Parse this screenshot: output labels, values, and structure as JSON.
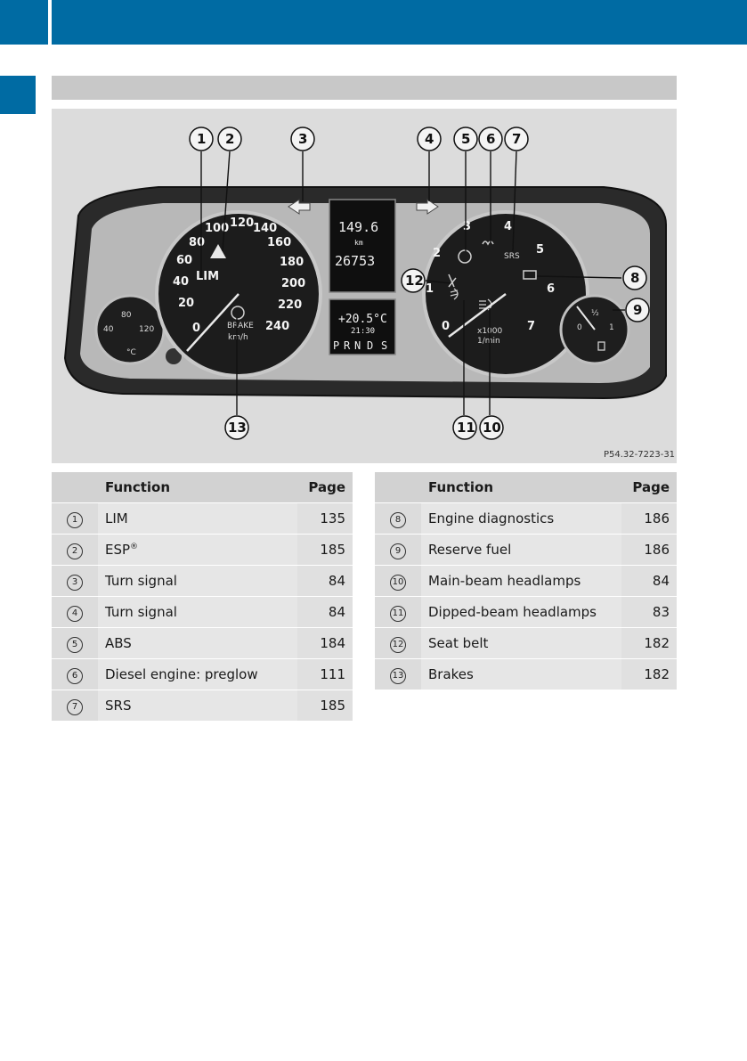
{
  "figure": {
    "code": "P54.32-7223-31",
    "callouts": [
      "1",
      "2",
      "3",
      "4",
      "5",
      "6",
      "7",
      "8",
      "9",
      "10",
      "11",
      "12",
      "13"
    ],
    "speedometer": {
      "marks": [
        "0",
        "20",
        "40",
        "60",
        "80",
        "100",
        "120",
        "140",
        "160",
        "180",
        "200",
        "220",
        "240"
      ],
      "unit": "km/h",
      "labels": {
        "lim": "LIM",
        "brake": "BRAKE"
      }
    },
    "tachometer": {
      "marks": [
        "0",
        "1",
        "2",
        "3",
        "4",
        "5",
        "6",
        "7"
      ],
      "unit_top": "x1000",
      "unit_bottom": "1/min",
      "labels": {
        "srs": "SRS"
      }
    },
    "display": {
      "trip": "149.6",
      "trip_unit": "km",
      "odometer": "26753",
      "temperature": "+20.5°C",
      "time": "21:30",
      "gear_p": "P",
      "gear_r": "R",
      "gear_n": "N",
      "gear_d": "D",
      "gear_s": "S"
    },
    "coolant_gauge": {
      "marks": [
        "40",
        "80",
        "120"
      ],
      "unit": "°C"
    },
    "fuel_gauge": {
      "marks": [
        "0",
        "½",
        "1"
      ]
    }
  },
  "table_left": {
    "headers": {
      "function": "Function",
      "page": "Page"
    },
    "rows": [
      {
        "num": "1",
        "function": "LIM",
        "page": "135"
      },
      {
        "num": "2",
        "function": "ESP",
        "sup": "®",
        "page": "185"
      },
      {
        "num": "3",
        "function": "Turn signal",
        "page": "84"
      },
      {
        "num": "4",
        "function": "Turn signal",
        "page": "84"
      },
      {
        "num": "5",
        "function": "ABS",
        "page": "184"
      },
      {
        "num": "6",
        "function": "Diesel engine: preglow",
        "page": "111"
      },
      {
        "num": "7",
        "function": "SRS",
        "page": "185"
      }
    ]
  },
  "table_right": {
    "headers": {
      "function": "Function",
      "page": "Page"
    },
    "rows": [
      {
        "num": "8",
        "function": "Engine diagnostics",
        "page": "186"
      },
      {
        "num": "9",
        "function": "Reserve fuel",
        "page": "186"
      },
      {
        "num": "10",
        "function": "Main-beam headlamps",
        "page": "84"
      },
      {
        "num": "11",
        "function": "Dipped-beam headlamps",
        "page": "83"
      },
      {
        "num": "12",
        "function": "Seat belt",
        "page": "182"
      },
      {
        "num": "13",
        "function": "Brakes",
        "page": "182"
      }
    ]
  },
  "colors": {
    "brand": "#006ba3",
    "section_bar": "#c8c8c8",
    "table_header": "#d2d2d2",
    "table_row": "#e6e6e6"
  }
}
